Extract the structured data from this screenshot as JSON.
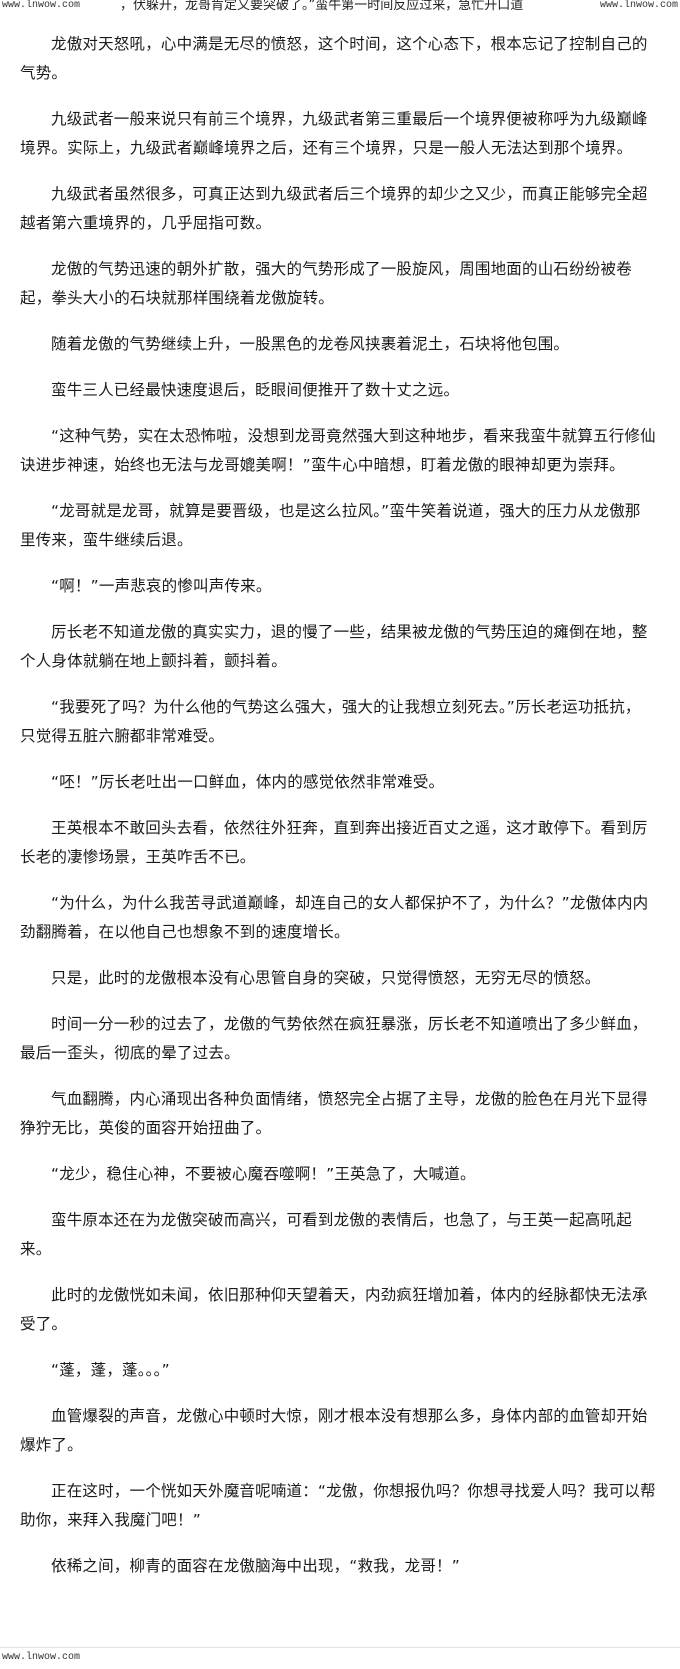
{
  "watermark": {
    "top_left": "www.lnwow.com",
    "top_right": "www.lnwow.com",
    "bottom_left": "www.lnwow.com"
  },
  "top_snippet": "，伏躲开，龙哥肯定又要突破了。”蛮牛第一时间反应过来，急忙开口道",
  "paragraphs": [
    "龙傲对天怒吼，心中满是无尽的愤怒，这个时间，这个心态下，根本忘记了控制自己的气势。",
    "九级武者一般来说只有前三个境界，九级武者第三重最后一个境界便被称呼为九级巅峰境界。实际上，九级武者巅峰境界之后，还有三个境界，只是一般人无法达到那个境界。",
    "九级武者虽然很多，可真正达到九级武者后三个境界的却少之又少，而真正能够完全超越者第六重境界的，几乎屈指可数。",
    "龙傲的气势迅速的朝外扩散，强大的气势形成了一股旋风，周围地面的山石纷纷被卷起，拳头大小的石块就那样围绕着龙傲旋转。",
    "随着龙傲的气势继续上升，一股黑色的龙卷风挟裹着泥土，石块将他包围。",
    "蛮牛三人已经最快速度退后，眨眼间便推开了数十丈之远。",
    "“这种气势，实在太恐怖啦，没想到龙哥竟然强大到这种地步，看来我蛮牛就算五行修仙诀进步神速，始终也无法与龙哥媲美啊！”蛮牛心中暗想，盯着龙傲的眼神却更为崇拜。",
    "“龙哥就是龙哥，就算是要晋级，也是这么拉风。”蛮牛笑着说道，强大的压力从龙傲那里传来，蛮牛继续后退。",
    "“啊！”一声悲哀的惨叫声传来。",
    "厉长老不知道龙傲的真实实力，退的慢了一些，结果被龙傲的气势压迫的瘫倒在地，整个人身体就躺在地上颤抖着，颤抖着。",
    "“我要死了吗？为什么他的气势这么强大，强大的让我想立刻死去。”厉长老运功抵抗，只觉得五脏六腑都非常难受。",
    "“呸！”厉长老吐出一口鲜血，体内的感觉依然非常难受。",
    "王英根本不敢回头去看，依然往外狂奔，直到奔出接近百丈之遥，这才敢停下。看到厉长老的凄惨场景，王英咋舌不已。",
    "“为什么，为什么我苦寻武道巅峰，却连自己的女人都保护不了，为什么？”龙傲体内内劲翻腾着，在以他自己也想象不到的速度增长。",
    "只是，此时的龙傲根本没有心思管自身的突破，只觉得愤怒，无穷无尽的愤怒。",
    "时间一分一秒的过去了，龙傲的气势依然在疯狂暴涨，厉长老不知道喷出了多少鲜血，最后一歪头，彻底的晕了过去。",
    "气血翻腾，内心涌现出各种负面情绪，愤怒完全占据了主导，龙傲的脸色在月光下显得狰狞无比，英俊的面容开始扭曲了。",
    "“龙少，稳住心神，不要被心魔吞噬啊！”王英急了，大喊道。",
    "蛮牛原本还在为龙傲突破而高兴，可看到龙傲的表情后，也急了，与王英一起高吼起来。",
    "此时的龙傲恍如未闻，依旧那种仰天望着天，内劲疯狂增加着，体内的经脉都快无法承受了。",
    "“蓬，蓬，蓬。。。”",
    "血管爆裂的声音，龙傲心中顿时大惊，刚才根本没有想那么多，身体内部的血管却开始爆炸了。",
    "正在这时，一个恍如天外魔音呢喃道：“龙傲，你想报仇吗？你想寻找爱人吗？我可以帮助你，来拜入我魔门吧！”",
    "依稀之间，柳青的面容在龙傲脑海中出现，“救我，龙哥！”"
  ]
}
